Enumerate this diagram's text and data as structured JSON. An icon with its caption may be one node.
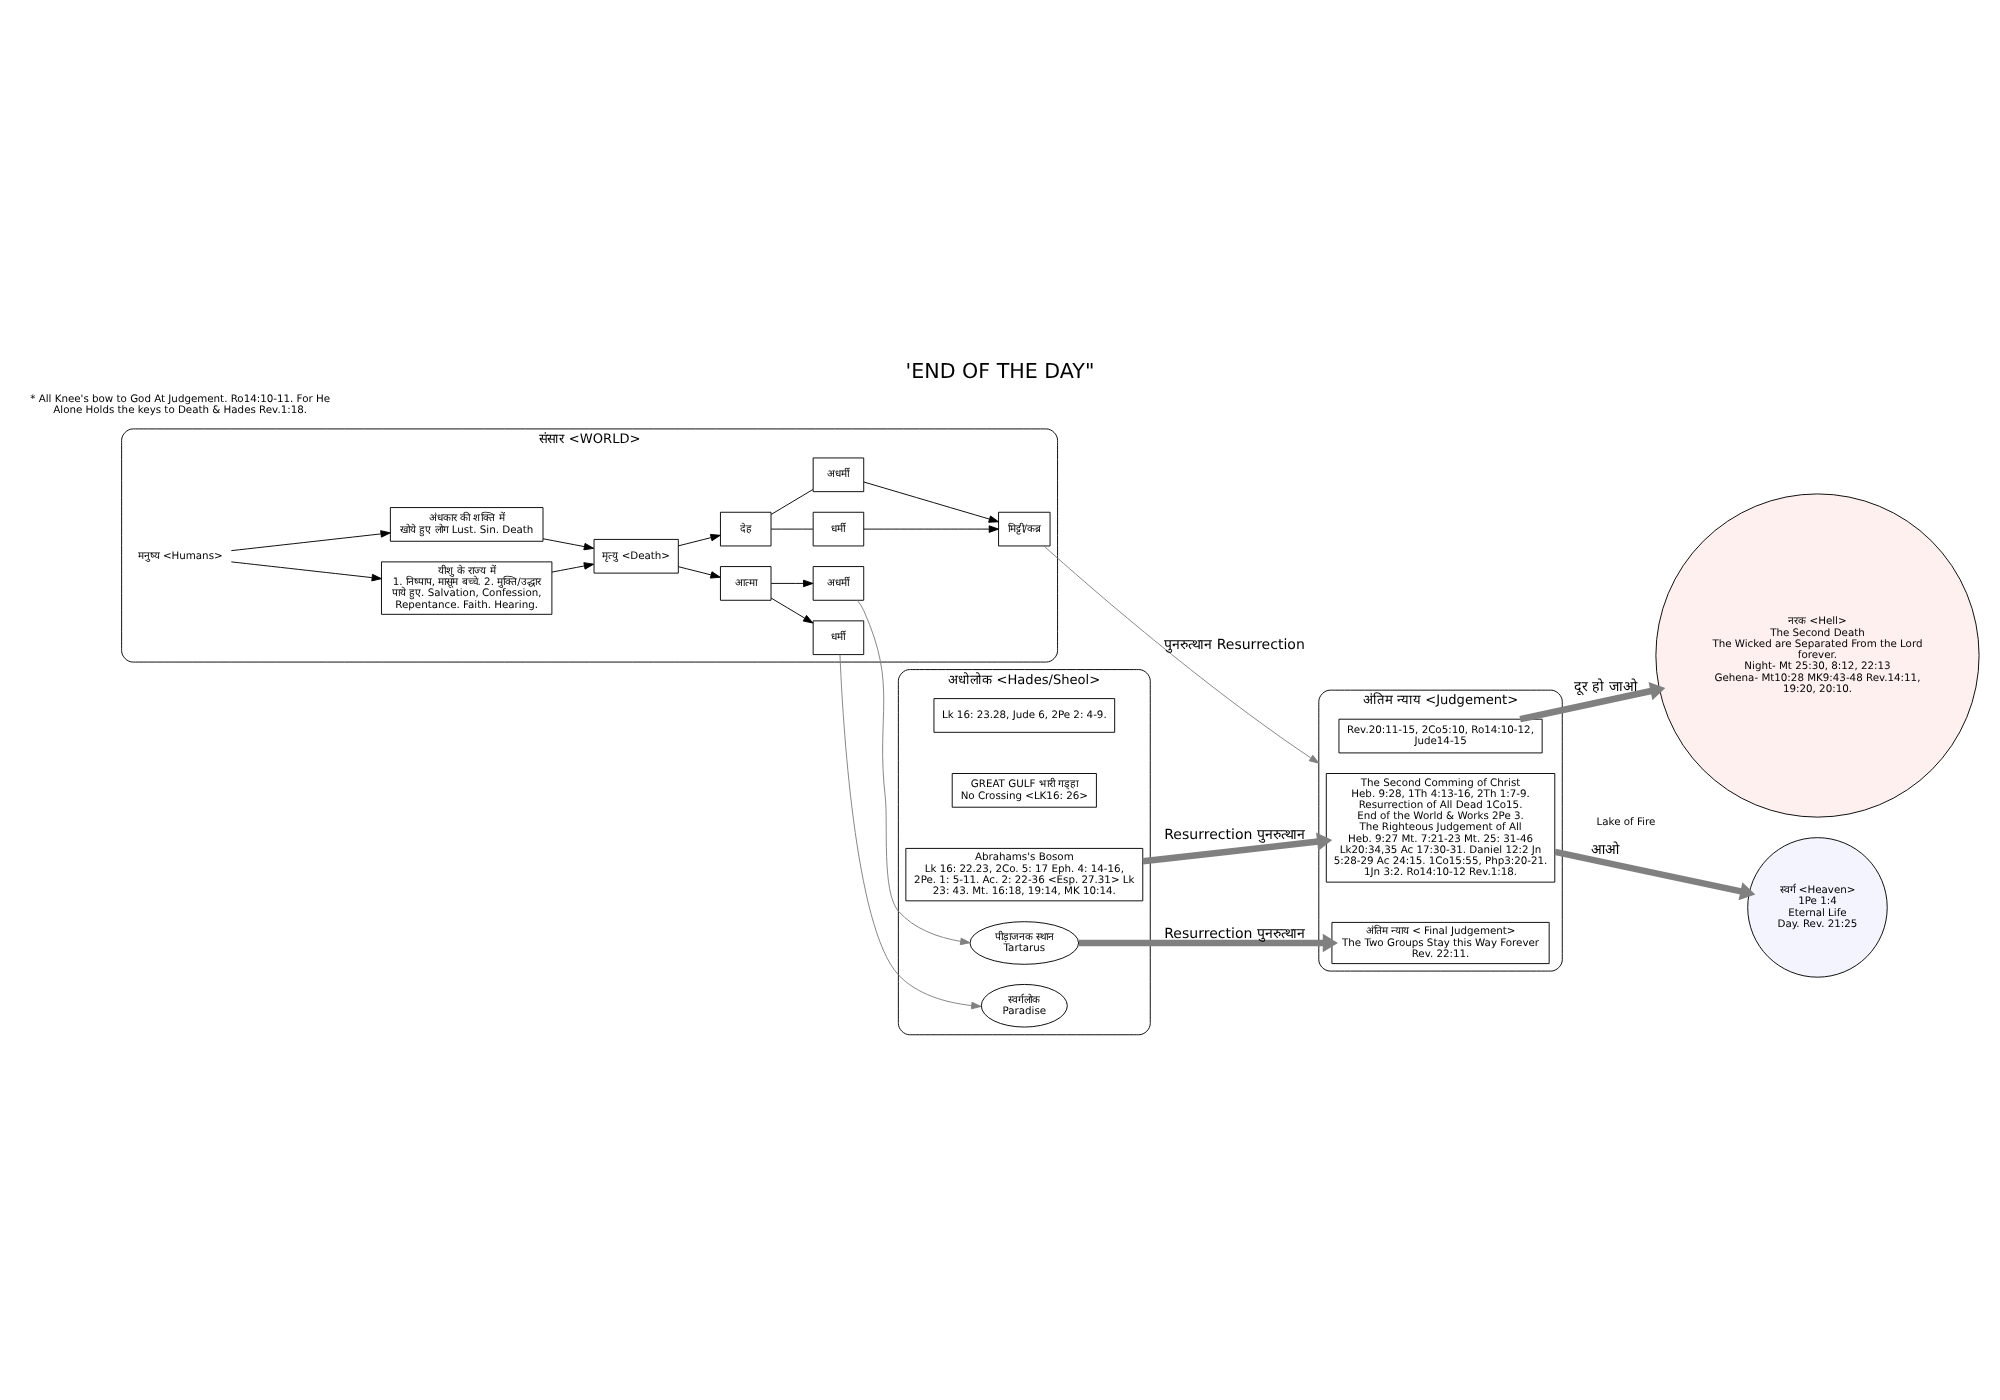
{
  "diagram": {
    "title": "'END OF THE DAY\"",
    "nodes": [
      {
        "text": [
          "संसार <WORLD>"
        ]
      },
      {
        "text": [
          "मनुष्य <Humans>"
        ],
        "in": 0
      },
      {
        "text": [
          "यीशु के राज्य में",
          "1. निष्पाप, मासूम बच्चे. 2. मुक्ति/उद्धार पाये हुए. Salvation, Confession, Repentance. Faith. Hearing."
        ],
        "in": 0
      },
      {
        "text": [
          "अंधकार की शक्ति में",
          "खोये हुए लोग Lust. Sin. Death"
        ],
        "in": 0
      },
      {
        "text": [
          "मृत्यु <Death>"
        ],
        "in": 0
      },
      {
        "text": [
          "देह"
        ],
        "in": 0
      },
      {
        "text": [
          "आत्मा"
        ],
        "in": 0
      },
      {
        "text": [
          "धर्मी"
        ],
        "in": 0
      },
      {
        "text": [
          "अधर्मी"
        ],
        "in": 0
      },
      {
        "text": [
          "मिट्टी/कब्र"
        ],
        "in": 0
      },
      {
        "text": [
          "धर्मी"
        ],
        "in": 0
      },
      {
        "text": [
          "अधर्मी"
        ],
        "in": 0
      },
      {
        "text": [
          "अधोलोक <Hades/Sheol>"
        ]
      },
      {
        "text": [
          "स्वर्गलोक",
          "Paradise"
        ],
        "in": 12
      },
      {
        "text": [
          "Abrahams's Bosom",
          "Lk 16: 22.23, 2Co. 5: 17 Eph. 4: 14-16, 2Pe. 1: 5-11. Ac. 2: 22-36 <Esp. 27.31> Lk 23: 43. Mt. 16:18, 19:14, MK 10:14."
        ],
        "in": 12
      },
      {
        "text": [
          "GREAT GULF भारी गड्हा",
          "No Crossing <LK16: 26>"
        ],
        "in": 12
      },
      {
        "text": [
          "Lk 16: 23.28, Jude 6, 2Pe 2: 4-9."
        ],
        "in": 12
      },
      {
        "text": [
          "पीड़ाजनक स्थान",
          "Tartarus"
        ],
        "in": 12
      },
      {
        "text": [
          "अंतिम न्याय <Judgement>"
        ]
      },
      {
        "text": [
          "The Second Comming of Christ",
          "Heb. 9:28, 1Th 4:13-16, 2Th 1:7-9.",
          "Resurrection of All Dead 1Co15.",
          "End of the World & Works 2Pe 3.",
          "The Righteous Judgement of All",
          "Heb. 9:27 Mt. 7:21-23 Mt. 25: 31-46 Lk20:34,35 Ac 17:30-31. Daniel 12:2 Jn 5:28-29 Ac 24:15. 1Co15:55, Php3:20-21. 1Jn 3:2. Ro14:10-12 Rev.1:18."
        ],
        "in": 18
      },
      {
        "text": [
          "अंतिम न्याय < Final Judgement>",
          "The Two Groups Stay this Way Forever",
          "Rev. 22:11."
        ],
        "in": 18
      },
      {
        "text": [
          "Rev.20:11-15, 2Co5:10, Ro14:10-12, Jude14-15"
        ],
        "in": 18
      },
      {
        "text": [
          "स्वर्ग <Heaven>",
          "1Pe 1:4",
          "Eternal Life",
          "Day. Rev. 21:25"
        ]
      },
      {
        "text": [
          "नरक <Hell>",
          "The Second Death",
          "The Wicked are Separated From the Lord forever.",
          "Night- Mt 25:30, 8:12, 22:13",
          "Gehena- Mt10:28 MK9:43-48 Rev.14:11, 19:20, 20:10."
        ],
        "beside": [
          "Lake of Fire"
        ]
      }
    ],
    "edges": [
      {
        "from": 1,
        "to": 2,
        "arrow": "to"
      },
      {
        "from": 1,
        "to": 3,
        "arrow": "to"
      },
      {
        "from": 2,
        "to": 4,
        "arrow": "to"
      },
      {
        "from": 3,
        "to": 4,
        "arrow": "to"
      },
      {
        "from": 4,
        "to": 5,
        "arrow": "to"
      },
      {
        "from": 4,
        "to": 6,
        "arrow": "to"
      },
      {
        "from": 5,
        "to": 7,
        "arrow": "none"
      },
      {
        "from": 5,
        "to": 8,
        "arrow": "none"
      },
      {
        "from": 7,
        "to": 9,
        "arrow": "to"
      },
      {
        "from": 8,
        "to": 9,
        "arrow": "to"
      },
      {
        "from": 6,
        "to": 10,
        "arrow": "to"
      },
      {
        "from": 6,
        "to": 11,
        "arrow": "to"
      },
      {
        "from": 10,
        "to": 13,
        "arrow": "to",
        "color": "#808080"
      },
      {
        "from": 11,
        "to": 17,
        "arrow": "to",
        "color": "#808080"
      },
      {
        "from": 14,
        "to": 19,
        "arrow": "to",
        "label": "Resurrection पुनरुत्थान",
        "style": "thick",
        "color": "#808080"
      },
      {
        "from": 17,
        "to": 20,
        "arrow": "to",
        "label": "Resurrection पुनरुत्थान",
        "style": "thick",
        "color": "#808080"
      },
      {
        "from": 9,
        "to": 18,
        "arrow": "to",
        "label": "पुनरुत्थान Resurrection",
        "color": "#808080"
      },
      {
        "from": 19,
        "to": 22,
        "arrow": "to",
        "label": "आओ",
        "style": "thick",
        "color": "#808080"
      },
      {
        "from": 21,
        "to": 23,
        "arrow": "to",
        "label": "दूर हो जाओ",
        "style": "thick",
        "color": "#808080"
      }
    ],
    "labels": [
      "* All Knee's bow to God At Judgement. Ro14:10-11. For He Alone Holds the keys to Death & Hades Rev.1:18."
    ]
  }
}
